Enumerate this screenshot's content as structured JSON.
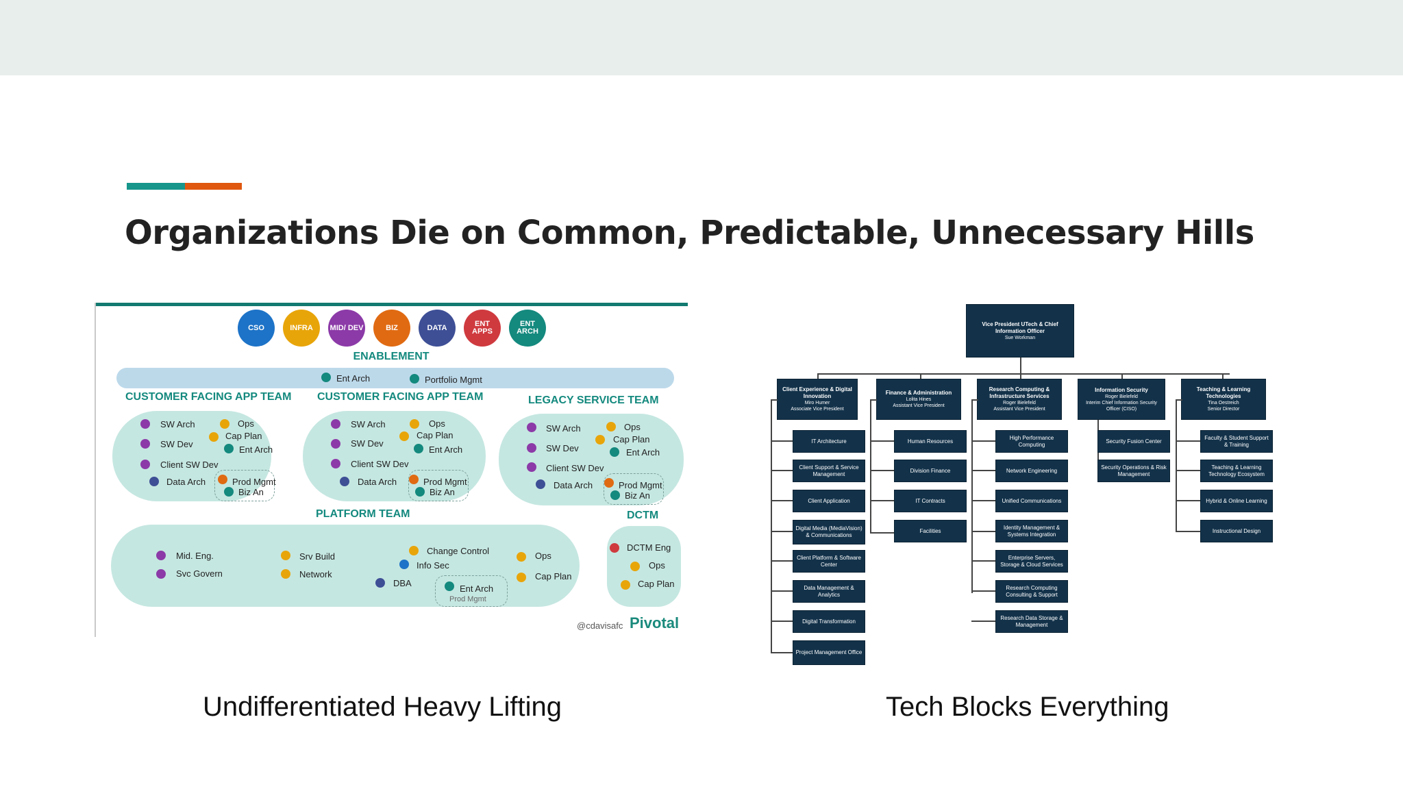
{
  "slide": {
    "title": "Organizations Die on Common, Predictable, Unnecessary Hills",
    "accent_colors": [
      "#17968c",
      "#e0570f"
    ],
    "caption_left": "Undifferentiated Heavy Lifting",
    "caption_right": "Tech Blocks Everything"
  },
  "team_diagram": {
    "circles": [
      {
        "label": "CSO",
        "color": "#1d73c7"
      },
      {
        "label": "INFRA",
        "color": "#e8a50a"
      },
      {
        "label": "MID/ DEV",
        "color": "#8c3aa8"
      },
      {
        "label": "BIZ",
        "color": "#e06a12"
      },
      {
        "label": "DATA",
        "color": "#3e4f96"
      },
      {
        "label": "ENT APPS",
        "color": "#cf3a3f"
      },
      {
        "label": "ENT ARCH",
        "color": "#14897e"
      }
    ],
    "enablement_label": "ENABLEMENT",
    "enablement_items": [
      "Ent Arch",
      "Portfolio Mgmt"
    ],
    "team1_title": "CUSTOMER FACING APP TEAM",
    "team2_title": "CUSTOMER FACING APP TEAM",
    "team3_title": "LEGACY SERVICE TEAM",
    "team_roles": {
      "sw_arch": "SW Arch",
      "sw_dev": "SW Dev",
      "client_sw_dev": "Client SW Dev",
      "data_arch": "Data Arch",
      "ops": "Ops",
      "cap_plan": "Cap Plan",
      "ent_arch": "Ent Arch",
      "prod_mgmt": "Prod Mgmt",
      "biz_an": "Biz An"
    },
    "platform_title": "PLATFORM TEAM",
    "platform_items": {
      "mid_eng": "Mid. Eng.",
      "svc_govern": "Svc Govern",
      "srv_build": "Srv Build",
      "network": "Network",
      "change_control": "Change Control",
      "info_sec": "Info Sec",
      "dba": "DBA",
      "ent_arch": "Ent Arch",
      "prod_mgmt": "Prod Mgmt",
      "ops": "Ops",
      "cap_plan": "Cap Plan"
    },
    "dctm_title": "DCTM",
    "dctm_items": [
      "DCTM Eng",
      "Ops",
      "Cap Plan"
    ],
    "watermark_handle": "@cdavisafc",
    "watermark_brand": "Pivotal"
  },
  "org_chart": {
    "top": {
      "title": "Vice President UTech & Chief Information Officer",
      "name": "Sue Workman"
    },
    "divisions": [
      {
        "title": "Client Experience & Digital Innovation",
        "name": "Miro Humer",
        "role": "Associate Vice President",
        "units": [
          "IT Architecture",
          "Client Support & Service Management",
          "Client Application",
          "Digital Media (MediaVision) & Communications",
          "Client Platform & Software Center",
          "Data Management & Analytics",
          "Digital Transformation",
          "Project Management Office"
        ]
      },
      {
        "title": "Finance & Administration",
        "name": "Lolita Hines",
        "role": "Assistant Vice President",
        "units": [
          "Human Resources",
          "Division Finance",
          "IT Contracts",
          "Facilities"
        ]
      },
      {
        "title": "Research Computing & Infrastructure Services",
        "name": "Roger Bielefeld",
        "role": "Assistant Vice President",
        "units": [
          "High Performance Computing",
          "Network Engineering",
          "Unified Communications",
          "Identity Management & Systems Integration",
          "Enterprise Servers, Storage & Cloud Services",
          "Research Computing Consulting & Support",
          "Research Data Storage & Management"
        ]
      },
      {
        "title": "Information Security",
        "name": "Roger Bielefeld",
        "role": "Interim Chief Information Security Officer (CISO)",
        "units": [
          "Security Fusion Center",
          "Security Operations & Risk Management"
        ]
      },
      {
        "title": "Teaching & Learning Technologies",
        "name": "Tina Oestreich",
        "role": "Senior Director",
        "units": [
          "Faculty & Student Support & Training",
          "Teaching & Learning Technology Ecosystem",
          "Hybrid & Online Learning",
          "Instructional Design"
        ]
      }
    ]
  }
}
